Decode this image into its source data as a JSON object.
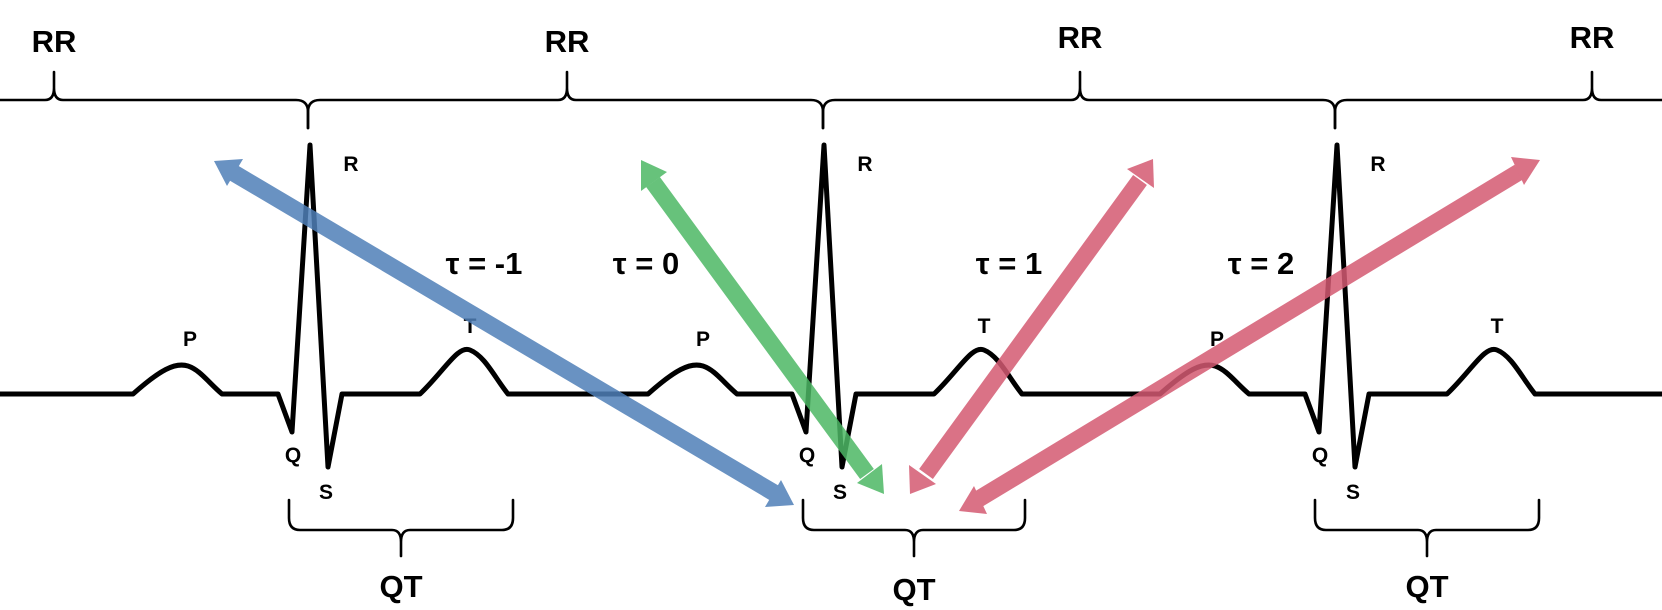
{
  "colors": {
    "tau_negative": "#4f7fb8",
    "tau_zero": "#4db865",
    "tau_positive": "#d45a72",
    "trace": "#000000"
  },
  "rr_label": "RR",
  "qt_label": "QT",
  "wave_labels": {
    "p": "P",
    "q": "Q",
    "r": "R",
    "s": "S",
    "t": "T"
  },
  "lags": [
    {
      "label": "τ = -1",
      "color": "#4f7fb8"
    },
    {
      "label": "τ = 0",
      "color": "#4db865"
    },
    {
      "label": "τ = 1",
      "color": "#d45a72"
    },
    {
      "label": "τ = 2",
      "color": "#d45a72"
    }
  ]
}
